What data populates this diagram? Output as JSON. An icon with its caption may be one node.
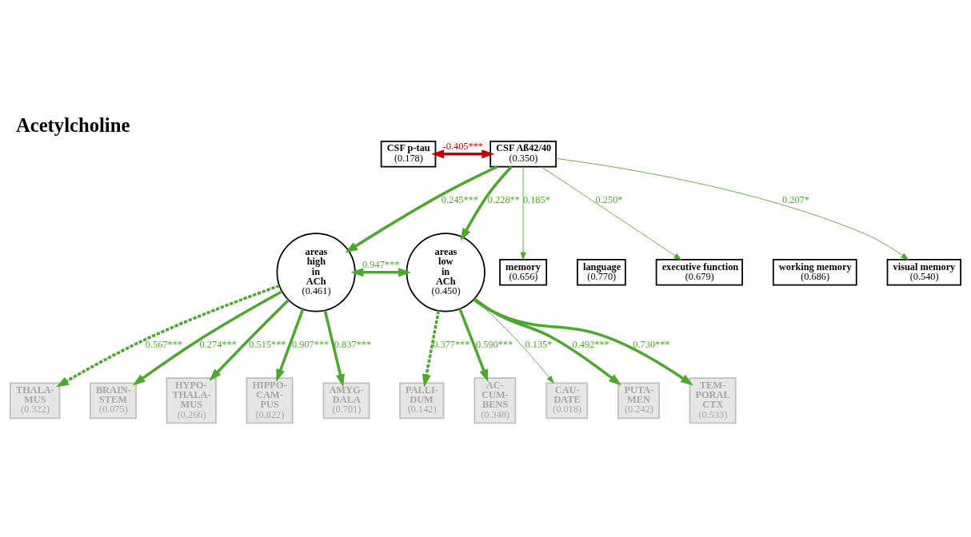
{
  "diagram": {
    "title": "Acetylcholine",
    "nodes": [
      {
        "text": [
          "CSF p-tau",
          "(0.178)"
        ]
      },
      {
        "text": [
          "CSF Aß42/40",
          "(0.350)"
        ]
      },
      {
        "text": [
          "areas high in ACh",
          "(0.461)"
        ]
      },
      {
        "text": [
          "areas low in ACh",
          "(0.450)"
        ]
      },
      {
        "text": [
          "memory",
          "(0.656)"
        ]
      },
      {
        "text": [
          "language",
          "(0.770)"
        ]
      },
      {
        "text": [
          "executive function",
          "(0.679)"
        ]
      },
      {
        "text": [
          "working memory",
          "(0.686)"
        ]
      },
      {
        "text": [
          "visual memory",
          "(0.540)"
        ]
      },
      {
        "text": [
          "THALA- MUS",
          "(0.322)"
        ]
      },
      {
        "text": [
          "BRAIN- STEM",
          "(0.075)"
        ]
      },
      {
        "text": [
          "HYPO- THALA- MUS",
          "(0.266)"
        ]
      },
      {
        "text": [
          "HIPPO- CAM- PUS",
          "(0.822)"
        ]
      },
      {
        "text": [
          "AMYG- DALA",
          "(0.701)"
        ]
      },
      {
        "text": [
          "PALLI- DUM",
          "(0.142)"
        ]
      },
      {
        "text": [
          "AC- CUM- BENS",
          "(0.348)"
        ]
      },
      {
        "text": [
          "CAU- DATE",
          "(0.018)"
        ]
      },
      {
        "text": [
          "PUTA- MEN",
          "(0.242)"
        ]
      },
      {
        "text": [
          "TEM- PORAL CTX",
          "(0.533)"
        ]
      }
    ],
    "edges": [
      {
        "from": 0,
        "to": 1,
        "arrow": "both",
        "label": "-0.405***",
        "color": "#c00000"
      },
      {
        "from": 1,
        "to": 2,
        "arrow": "to",
        "label": "0.245***"
      },
      {
        "from": 1,
        "to": 4,
        "arrow": "to",
        "label": "0.185*"
      },
      {
        "from": 1,
        "to": 6,
        "arrow": "to",
        "label": "0.250*"
      },
      {
        "from": 1,
        "to": 8,
        "arrow": "to",
        "label": "0.207*"
      },
      {
        "from": 1,
        "to": 3,
        "arrow": "to",
        "label": "0.228**"
      },
      {
        "from": 2,
        "to": 3,
        "arrow": "both",
        "label": "0.947***"
      },
      {
        "from": 2,
        "to": 9,
        "arrow": "to",
        "label": "0.567***",
        "style": "dashed"
      },
      {
        "from": 2,
        "to": 10,
        "arrow": "to",
        "label": "0.274***"
      },
      {
        "from": 2,
        "to": 11,
        "arrow": "to",
        "label": "0.515***"
      },
      {
        "from": 2,
        "to": 12,
        "arrow": "to",
        "label": "0.907***"
      },
      {
        "from": 2,
        "to": 13,
        "arrow": "to",
        "label": "0.837***"
      },
      {
        "from": 3,
        "to": 14,
        "arrow": "to",
        "label": "0.377***",
        "style": "dashed"
      },
      {
        "from": 3,
        "to": 15,
        "arrow": "to",
        "label": "0.590***"
      },
      {
        "from": 3,
        "to": 16,
        "arrow": "to",
        "label": "0.135*"
      },
      {
        "from": 3,
        "to": 17,
        "arrow": "to",
        "label": "0.492***"
      },
      {
        "from": 3,
        "to": 18,
        "arrow": "to",
        "label": "0.730***"
      }
    ]
  }
}
